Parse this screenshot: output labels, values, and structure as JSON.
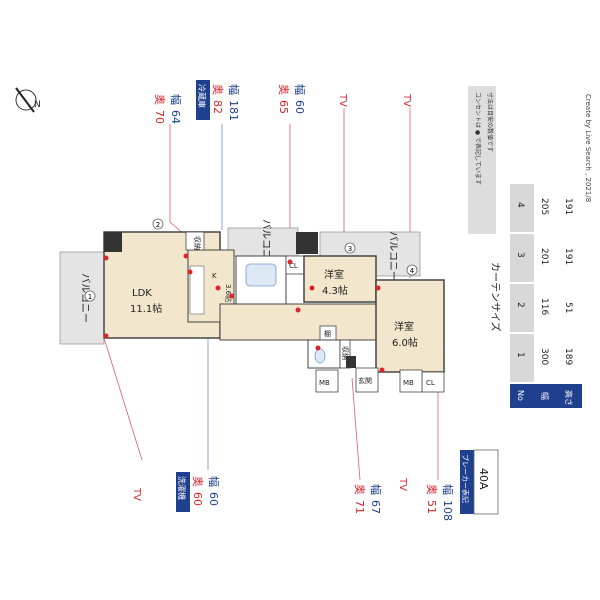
{
  "compass": {
    "letter": "N"
  },
  "callouts": [
    {
      "id": "c1",
      "depth_label": "奥",
      "depth": "70",
      "width_label": "幅",
      "width": "64"
    },
    {
      "id": "c2",
      "tag": "冷蔵庫",
      "depth_label": "奥",
      "depth": "82",
      "width_label": "幅",
      "width": "181"
    },
    {
      "id": "c3",
      "depth_label": "奥",
      "depth": "65",
      "width_label": "幅",
      "width": "60"
    },
    {
      "id": "c4",
      "tag": "洗濯機",
      "depth_label": "奥",
      "depth": "60",
      "width_label": "幅",
      "width": "60"
    },
    {
      "id": "c5",
      "depth_label": "奥",
      "depth": "71",
      "width_label": "幅",
      "width": "67"
    },
    {
      "id": "c6",
      "depth_label": "奥",
      "depth": "51",
      "width_label": "幅",
      "width": "108"
    }
  ],
  "tv_labels": [
    "TV",
    "TV",
    "TV",
    "TV"
  ],
  "rooms": {
    "balcony_left": "バルコニー",
    "balcony_top1": "バルコニー",
    "balcony_top2": "バルコニー",
    "ldk": "LDK",
    "ldk_size": "11.1帖",
    "kitchen": "K",
    "kitchen_size": "3.6帖",
    "western1": "洋室",
    "western1_size": "4.3帖",
    "western2": "洋室",
    "western2_size": "6.0帖",
    "storage1": "収納",
    "storage2": "収納",
    "storage3": "棚",
    "cl1": "CL",
    "cl2": "CL",
    "mb1": "MB",
    "mb2": "MB",
    "entrance": "玄関",
    "numbers": [
      "1",
      "2",
      "3",
      "4"
    ]
  },
  "breaker": {
    "label": "ブレーカー表記",
    "value": "40A"
  },
  "notes": {
    "line1": "コンセントは ● で表記しています",
    "line2": "寸法は目安の数値です",
    "credit": "Create by Live Search , 2021/8"
  },
  "curtain_table": {
    "title": "カーテンサイズ",
    "headers": [
      "No",
      "幅",
      "高さ"
    ],
    "rows": [
      {
        "no": "1",
        "width": "300",
        "height": "189"
      },
      {
        "no": "2",
        "width": "116",
        "height": "51"
      },
      {
        "no": "3",
        "width": "201",
        "height": "191"
      },
      {
        "no": "4",
        "width": "205",
        "height": "191"
      }
    ]
  },
  "colors": {
    "red": "#d9262c",
    "blue": "#1f3f8f",
    "floor": "#f2e6cc",
    "gray": "#e4e4e4"
  }
}
